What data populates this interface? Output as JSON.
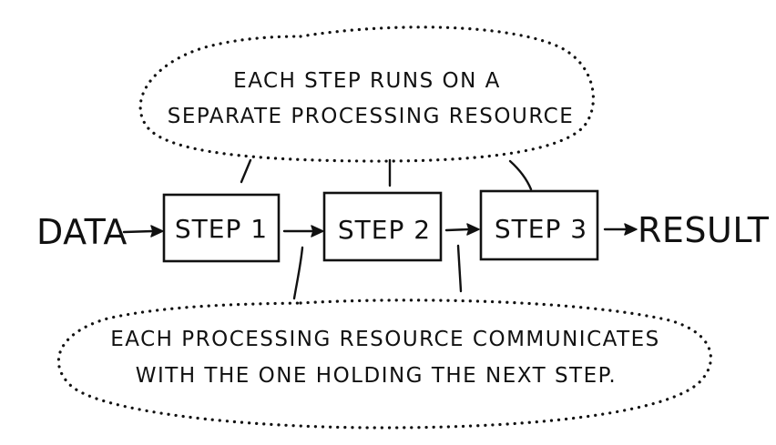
{
  "diagram": {
    "top_callout": {
      "line1": "EACH STEP RUNS ON A",
      "line2": "SEPARATE PROCESSING RESOURCE"
    },
    "input_label": "DATA",
    "steps": [
      {
        "label": "STEP 1"
      },
      {
        "label": "STEP 2"
      },
      {
        "label": "STEP 3"
      }
    ],
    "output_label": "RESULT",
    "bottom_callout": {
      "line1": "EACH PROCESSING RESOURCE COMMUNICATES",
      "line2": "WITH THE ONE HOLDING THE NEXT STEP."
    },
    "colors": {
      "ink": "#111111",
      "background": "#ffffff"
    }
  }
}
